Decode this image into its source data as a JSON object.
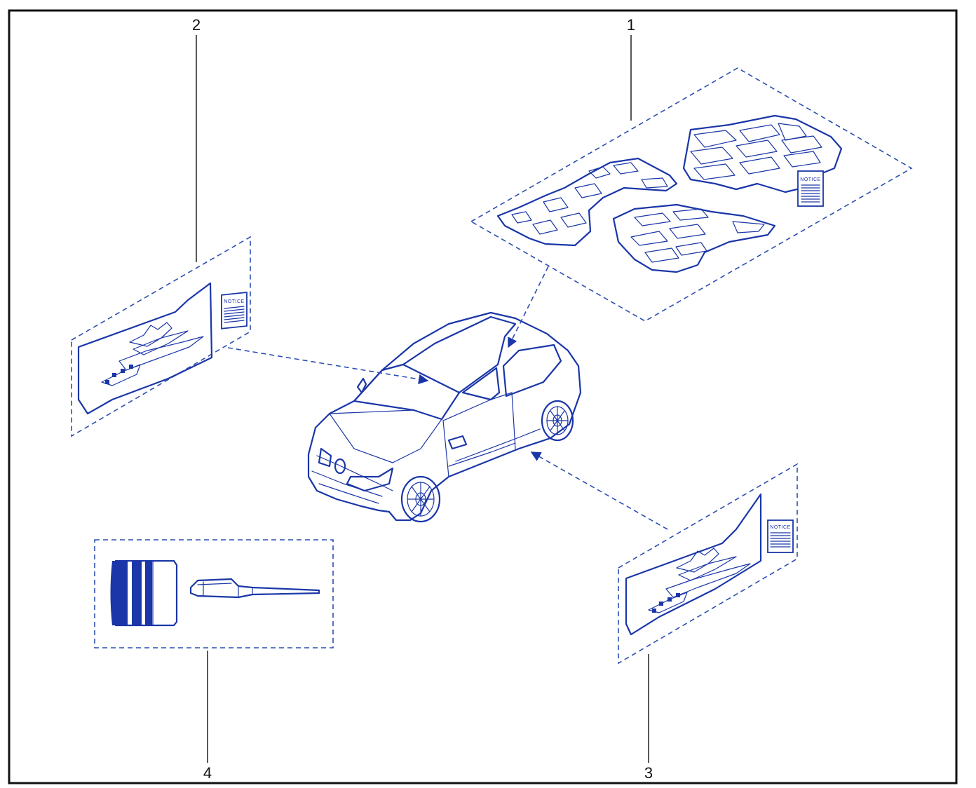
{
  "callouts": {
    "c1": "1",
    "c2": "2",
    "c3": "3",
    "c4": "4"
  },
  "notice": {
    "label": "NOTICE"
  },
  "colors": {
    "ink": "#1a36a8",
    "frame": "#111111"
  },
  "icons": {
    "mats": "floor-mats-icon",
    "sill_left": "door-sill-plate-icon",
    "sill_right": "door-sill-plate-icon",
    "applicator": "applicator-kit-icon",
    "car": "hatchback-car-icon",
    "booklet": "notice-booklet-icon"
  }
}
